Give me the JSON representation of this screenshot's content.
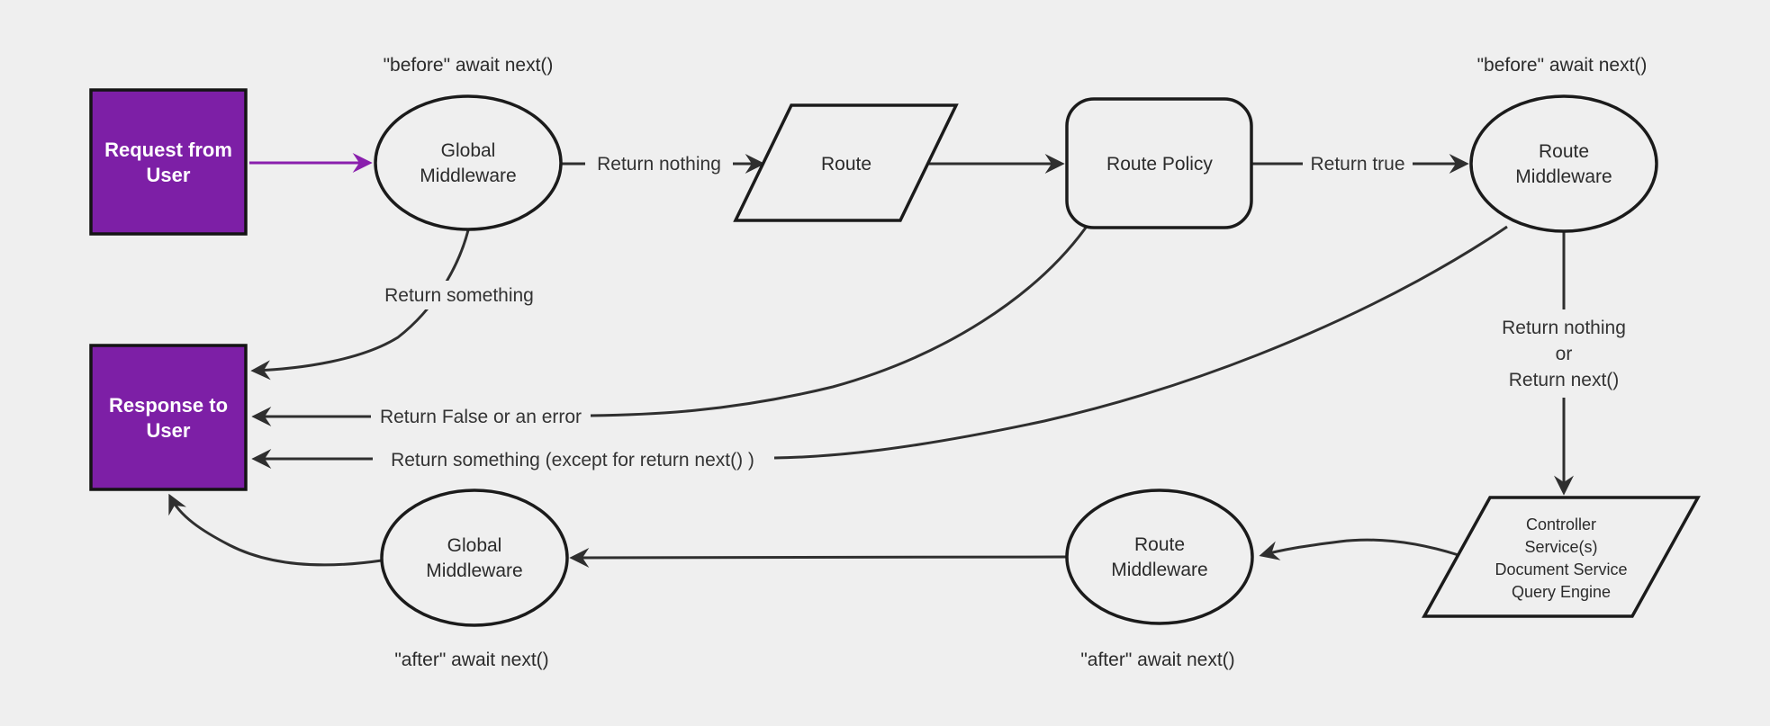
{
  "colors": {
    "background": "#efefef",
    "node_fill": "#efefef",
    "node_stroke": "#1b1b1b",
    "edge": "#2f2f2f",
    "purple_fill": "#7d1fa6",
    "purple_stroke": "#141414",
    "purple_edge": "#8a1fad",
    "text": "#2b2b2b",
    "label_text": "#333333",
    "inverse_text": "#ffffff"
  },
  "nodes": {
    "request": {
      "lines": [
        "Request from",
        "User"
      ]
    },
    "global_middleware_top": {
      "lines": [
        "Global",
        "Middleware"
      ]
    },
    "route": {
      "label": "Route"
    },
    "route_policy": {
      "label": "Route Policy"
    },
    "route_middleware_top": {
      "lines": [
        "Route",
        "Middleware"
      ]
    },
    "controller": {
      "lines": [
        "Controller",
        "Service(s)",
        "Document Service",
        "Query Engine"
      ]
    },
    "route_middleware_bottom": {
      "lines": [
        "Route",
        "Middleware"
      ]
    },
    "global_middleware_bottom": {
      "lines": [
        "Global",
        "Middleware"
      ]
    },
    "response": {
      "lines": [
        "Response to",
        "User"
      ]
    }
  },
  "annotations": {
    "before_await_left": "\"before\" await next()",
    "before_await_right": "\"before\" await next()",
    "after_await_left": "\"after\" await next()",
    "after_await_right": "\"after\" await next()"
  },
  "edge_labels": {
    "return_nothing": "Return nothing",
    "return_true": "Return true",
    "return_nothing_or_next": [
      "Return nothing",
      "or",
      "Return next()"
    ],
    "return_something": "Return something",
    "return_false": "Return False or an error",
    "return_something_except": "Return something (except for return next() )"
  }
}
